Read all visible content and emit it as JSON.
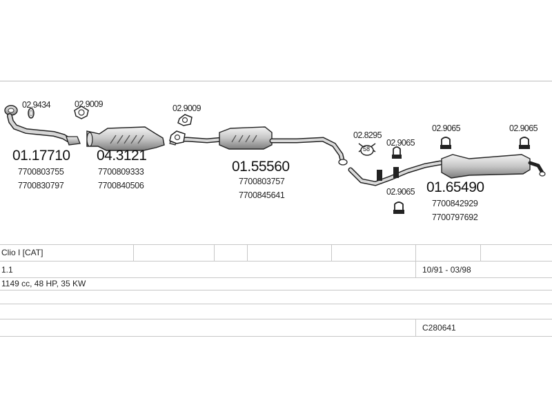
{
  "parts": [
    {
      "id": "p1",
      "code": "01.17710",
      "oem": [
        "7700803755",
        "7700830797"
      ],
      "clamp": "02.9434"
    },
    {
      "id": "p2",
      "code": "04.3121",
      "oem": [
        "7700809333",
        "7700840506"
      ],
      "clamp": "02.9009"
    },
    {
      "id": "p3",
      "code": "01.55560",
      "oem": [
        "7700803757",
        "7700845641"
      ],
      "clamp": "02.9009"
    },
    {
      "id": "p4",
      "code": "01.65490",
      "oem": [
        "7700842929",
        "7700797692"
      ]
    }
  ],
  "accessories": {
    "ring": "02.8295",
    "ring_badge": "58",
    "hanger_a": "02.9065",
    "hanger_b": "02.9065",
    "hanger_c": "02.9065",
    "hanger_d": "02.9065"
  },
  "vehicle": {
    "model": "Clio I [CAT]",
    "engine": "1.1",
    "years": "10/91 - 03/98",
    "spec": "1149 cc, 48 HP, 35 KW",
    "catalog_no": "C280641"
  }
}
